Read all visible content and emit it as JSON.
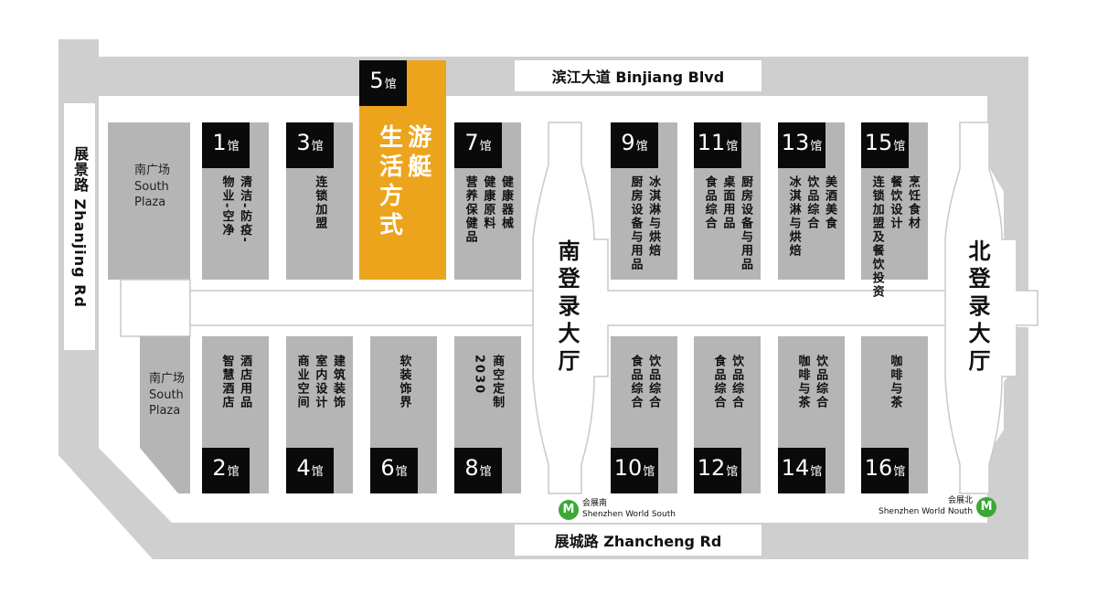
{
  "roads": {
    "north": "滨江大道  Binjiang Blvd",
    "south": "展城路  Zhancheng Rd",
    "west": "展景路  Zhanjing Rd"
  },
  "plazas": {
    "upper": [
      "南广场",
      "South",
      "Plaza"
    ],
    "lower": [
      "南广场",
      "South",
      "Plaza"
    ]
  },
  "lobbies": {
    "south": "南登录大厅",
    "north": "北登录大厅"
  },
  "hall_suffix": "馆",
  "halls": [
    {
      "num": "1",
      "cols": [
        "清洁-防疫-",
        "物业-空净"
      ]
    },
    {
      "num": "3",
      "cols": [
        "连锁加盟"
      ]
    },
    {
      "num": "5",
      "cols": [
        "游艇",
        "生活方式"
      ]
    },
    {
      "num": "7",
      "cols": [
        "健康器械",
        "健康原料",
        "营养保健品"
      ]
    },
    {
      "num": "9",
      "cols": [
        "冰淇淋与烘焙",
        "厨房设备与用品"
      ]
    },
    {
      "num": "11",
      "cols": [
        "厨房设备与用品",
        "桌面用品",
        "食品综合"
      ]
    },
    {
      "num": "13",
      "cols": [
        "美酒美食",
        "饮品综合",
        "冰淇淋与烘焙"
      ]
    },
    {
      "num": "15",
      "cols": [
        "烹饪食材",
        "餐饮设计",
        "连锁加盟及餐饮投资"
      ]
    },
    {
      "num": "2",
      "cols": [
        "酒店用品",
        "智慧酒店"
      ]
    },
    {
      "num": "4",
      "cols": [
        "建筑装饰",
        "室内设计",
        "商业空间"
      ]
    },
    {
      "num": "6",
      "cols": [
        "软装饰界"
      ]
    },
    {
      "num": "8",
      "cols": [
        "商空定制",
        "2030"
      ]
    },
    {
      "num": "10",
      "cols": [
        "饮品综合",
        "食品综合"
      ]
    },
    {
      "num": "12",
      "cols": [
        "饮品综合",
        "食品综合"
      ]
    },
    {
      "num": "14",
      "cols": [
        "饮品综合",
        "咖啡与茶"
      ]
    },
    {
      "num": "16",
      "cols": [
        "咖啡与茶"
      ]
    }
  ],
  "metro": {
    "south": {
      "icon": "metro-icon",
      "cn": "会展南",
      "en": "Shenzhen World South"
    },
    "north": {
      "icon": "metro-icon",
      "cn": "会展北",
      "en": "Shenzhen World Nouth"
    }
  },
  "colors": {
    "road": "#cfcfcf",
    "hall": "#b5b5b5",
    "featured_hall": "#eca41c",
    "tag": "#0a0a0a",
    "metro": "#3aa835"
  }
}
